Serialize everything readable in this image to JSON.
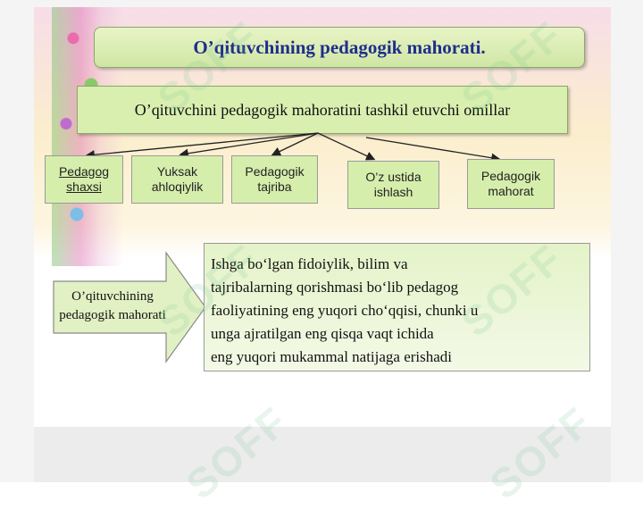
{
  "slide": {
    "title": "O’qituvchining pedagogik mahorati.",
    "factors_heading": "O’qituvchini pedagogik mahoratini tashkil etuvchi omillar",
    "factors": [
      "Pedagog shaxsi",
      "Yuksak ahloqiylik",
      "Pedagogik tajriba",
      "O’z ustida ishlash",
      "Pedagogik mahorat"
    ],
    "concept_label": "O’qituvchining\npedagogik mahorati",
    "definition": "   Ishga bo‘lgan fidoiylik, bilim va\ntajribalarning qorishmasi bo‘lib pedagog\nfaoliyatining eng yuqori cho‘qqisi, chunki u\nunga ajratilgan eng qisqa vaqt ichida\neng yuqori mukammal natijaga erishadi"
  },
  "watermark": "SOFF",
  "colors": {
    "title_text": "#1f2e8c",
    "box_green": "#d6eeac",
    "border": "#8aa96a"
  }
}
